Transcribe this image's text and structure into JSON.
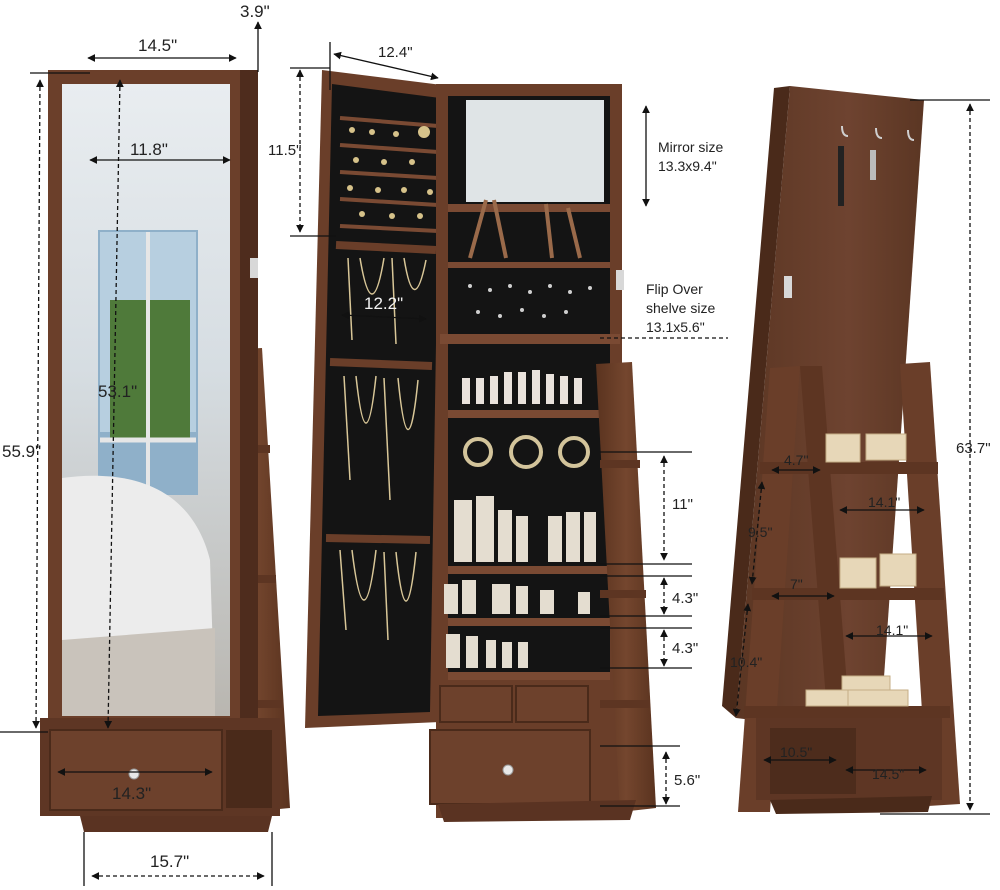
{
  "colors": {
    "wood": "#6b3f2a",
    "wood_dark": "#4e2c1d",
    "wood_light": "#8a5840",
    "interior": "#121212",
    "mirror": "#cfd6da",
    "background": "#ffffff",
    "dimension_line": "#111111"
  },
  "views": {
    "front": {
      "depth": "3.9\"",
      "width_top": "14.5\"",
      "mirror_width": "11.8\"",
      "mirror_height": "53.1\"",
      "total_height": "55.9\"",
      "drawer_width": "14.3\"",
      "base_width": "15.7\""
    },
    "open": {
      "door_width": "12.4\"",
      "door_section_height": "11.5\"",
      "necklace_width": "12.2\"",
      "mirror_label": "Mirror size",
      "mirror_value": "13.3x9.4\"",
      "flip_label_1": "Flip Over",
      "flip_label_2": "shelve size",
      "flip_value": "13.1x5.6\"",
      "shelf_height_1": "11\"",
      "shelf_height_2": "4.3\"",
      "shelf_height_3": "4.3\"",
      "drawer_height": "5.6\""
    },
    "back": {
      "total_height": "63.7\"",
      "shelf_depth": "4.7\"",
      "shelf_width_top": "14.1\"",
      "shelf_spacing": "9.5\"",
      "shelf_depth_mid": "7\"",
      "shelf_width_mid": "14.1\"",
      "bottom_spacing": "10.4\"",
      "base_depth": "10.5\"",
      "base_width": "14.5\""
    }
  }
}
